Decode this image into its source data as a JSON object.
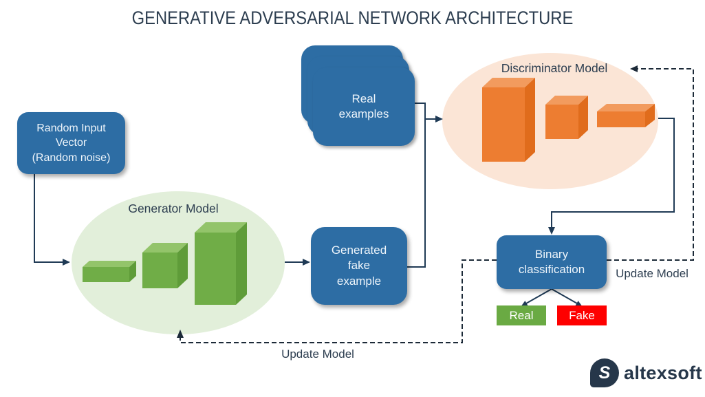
{
  "title": "GENERATIVE ADVERSARIAL NETWORK ARCHITECTURE",
  "nodes": {
    "random_input": {
      "label": "Random Input\nVector\n(Random noise)"
    },
    "real_examples": {
      "label": "Real\nexamples"
    },
    "generator": {
      "label": "Generator Model"
    },
    "generated_fake": {
      "label": "Generated\nfake\nexample"
    },
    "discriminator": {
      "label": "Discriminator Model"
    },
    "binary_classification": {
      "label": "Binary\nclassification"
    },
    "outputs": {
      "real": "Real",
      "fake": "Fake"
    }
  },
  "annotations": {
    "update_model_right": "Update Model",
    "update_model_bottom": "Update Model"
  },
  "logo": {
    "mark_letter": "S",
    "text": "altexsoft"
  },
  "colors": {
    "node_blue": "#2d6da4",
    "line_navy": "#1f3a55",
    "dashed_dark": "#1c2a38",
    "generator_fill": "#e2efda",
    "discriminator_fill": "#fbe5d6",
    "green_bar": "#70ad47",
    "orange_bar": "#ed7d31",
    "real_green": "#6aaa43",
    "fake_red": "#fe0000",
    "text_navy": "#2d3e50"
  }
}
